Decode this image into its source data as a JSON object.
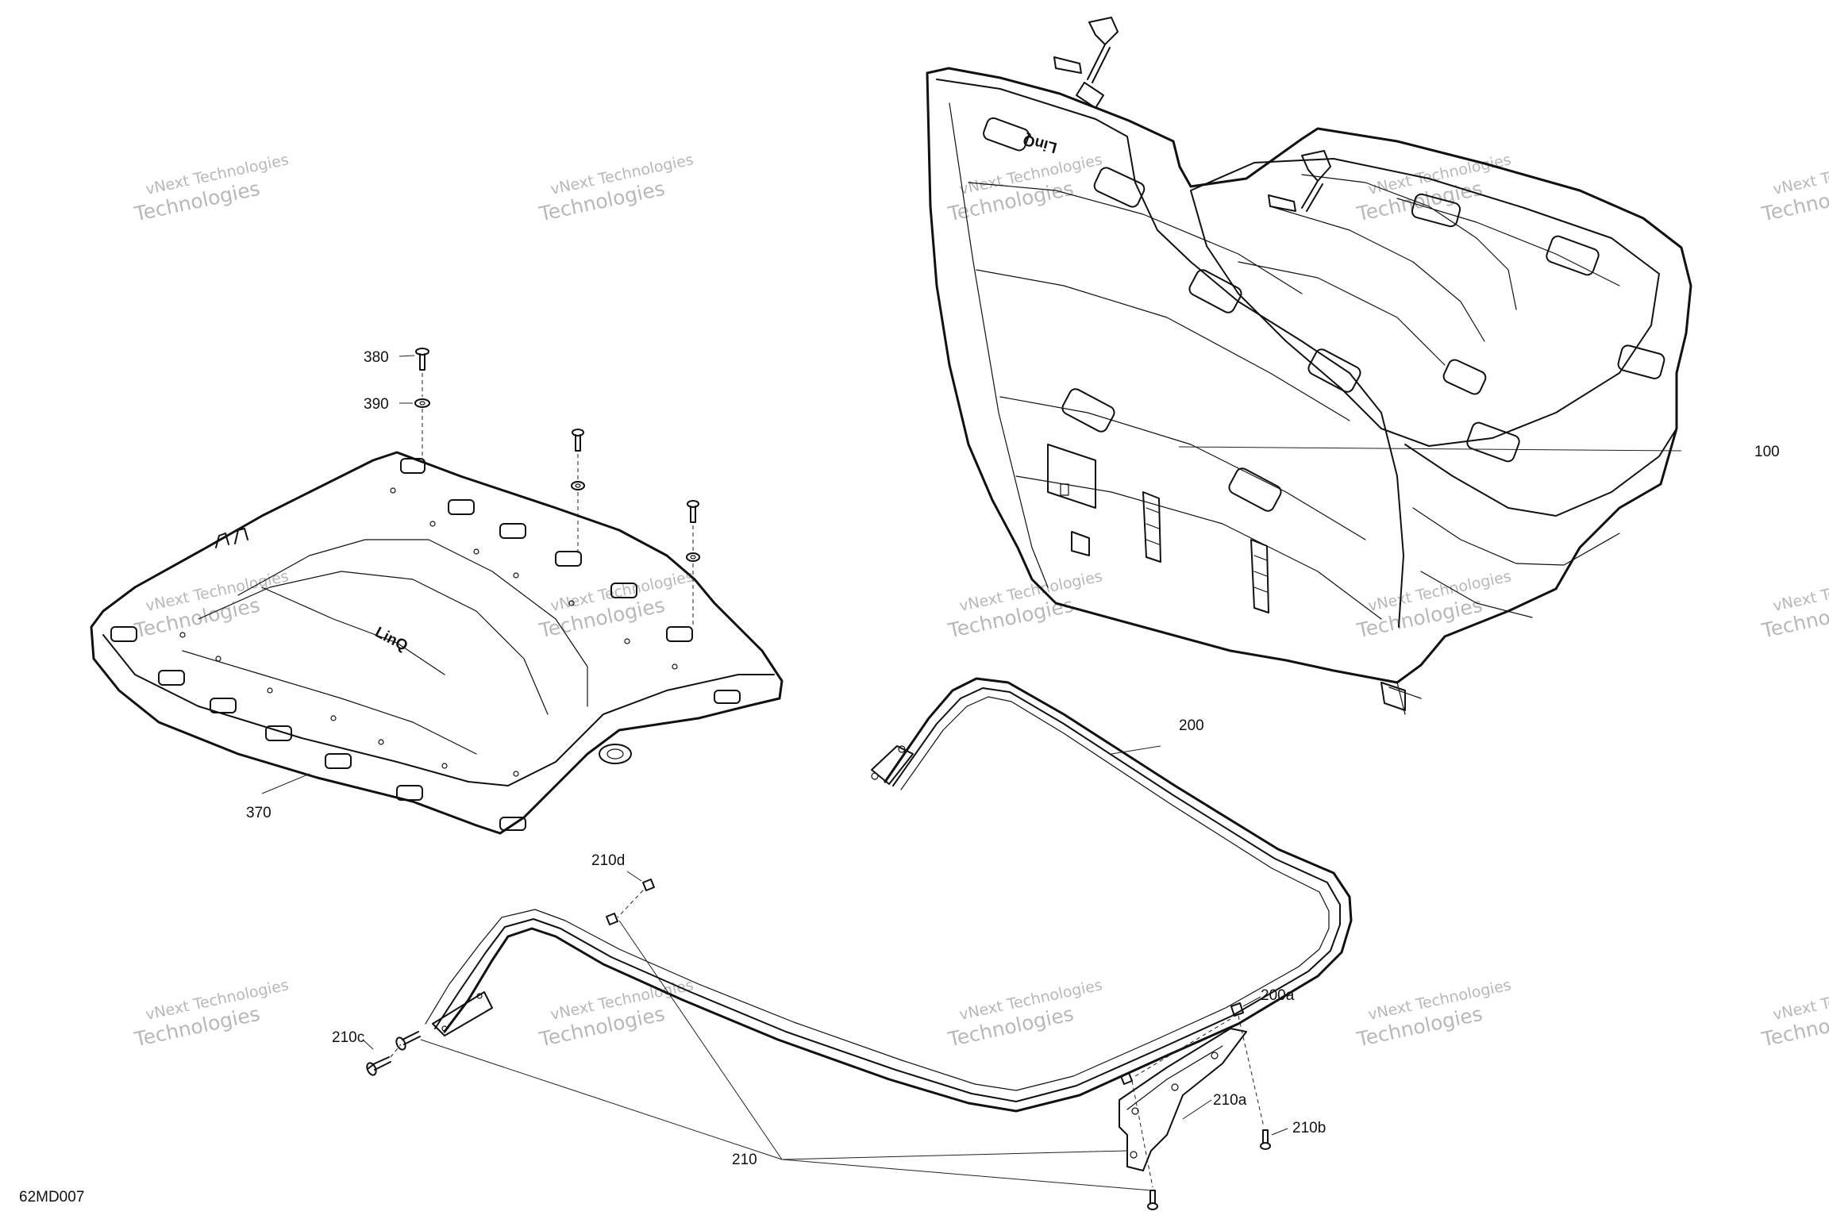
{
  "diagram_code": "62MD007",
  "watermark": {
    "line1": "vNext Technologies",
    "line2": "Technologies"
  },
  "callouts": {
    "c100": "100",
    "c200": "200",
    "c200a": "200a",
    "c210": "210",
    "c210a": "210a",
    "c210b": "210b",
    "c210c": "210c",
    "c210d": "210d",
    "c370": "370",
    "c380": "380",
    "c390": "390"
  },
  "part_markings": {
    "mark1": "LinQ",
    "mark2": "LinQ"
  },
  "colors": {
    "line": "#111111",
    "watermark": "#b8b8b8",
    "background": "#ffffff"
  }
}
